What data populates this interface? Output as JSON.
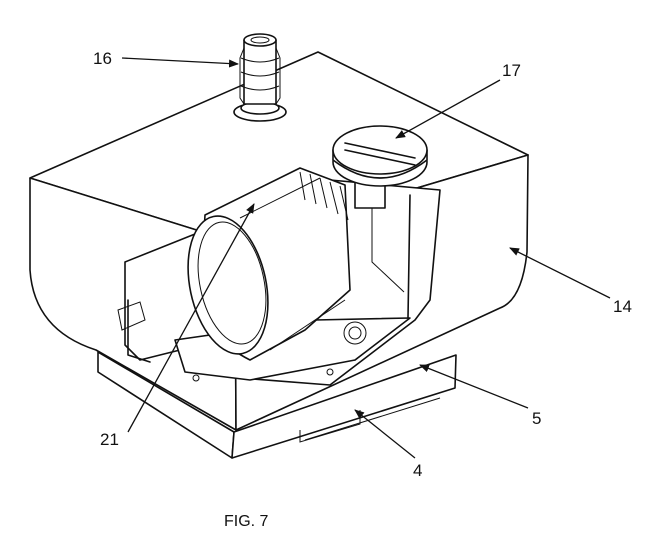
{
  "figure": {
    "caption": "FIG. 7",
    "reference_labels": [
      "16",
      "17",
      "14",
      "5",
      "4",
      "21"
    ]
  }
}
